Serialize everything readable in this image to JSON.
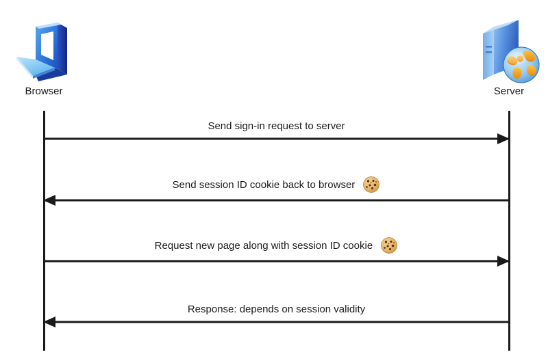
{
  "diagram": {
    "title": "Browser and server session cookie sequence",
    "background": "#ffffff",
    "line_color": "#1a1a1a",
    "text_color": "#1a1a1a"
  },
  "actors": [
    {
      "id": "browser",
      "label": "Browser",
      "icon": "laptop-icon",
      "icon_colors": {
        "screen_frame": "#2b6fe0",
        "screen_inner": "#ffffff",
        "base": "#7fc6f2",
        "edge": "#1a3fa8"
      }
    },
    {
      "id": "server",
      "label": "Server",
      "icon": "server-globe-icon",
      "icon_colors": {
        "tower_front": "#4f8de0",
        "tower_top": "#bcd9f5",
        "tower_side": "#2f64c0",
        "globe_land": "#f0a020",
        "globe_ocean": "#9ccdf0"
      }
    }
  ],
  "messages": [
    {
      "index": 1,
      "label": "Send sign-in request to server",
      "direction": "right",
      "from": "browser",
      "to": "server",
      "cookie": false
    },
    {
      "index": 2,
      "label": "Send session ID cookie back to browser",
      "direction": "left",
      "from": "server",
      "to": "browser",
      "cookie": true,
      "cookie_icon": "cookie-icon"
    },
    {
      "index": 3,
      "label": "Request new page along with session ID cookie",
      "direction": "right",
      "from": "browser",
      "to": "server",
      "cookie": true,
      "cookie_icon": "cookie-icon"
    },
    {
      "index": 4,
      "label": "Response: depends on session validity",
      "direction": "left",
      "from": "server",
      "to": "browser",
      "cookie": false
    }
  ]
}
